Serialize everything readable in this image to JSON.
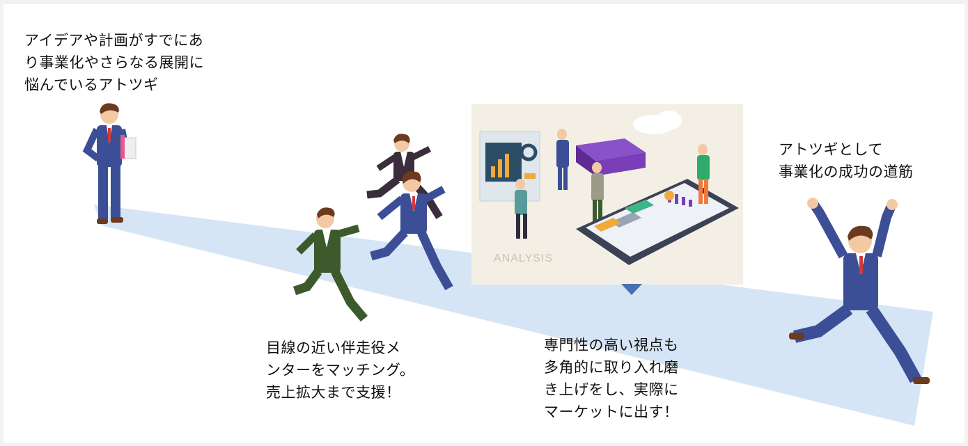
{
  "captions": {
    "start": "アイデアや計画がすでにあ\nり事業化やさらなる展開に\n悩んでいるアトツギ",
    "mentor": "目線の近い伴走役メ\nンターをマッチング。\n売上拡大まで支援！",
    "analysis": "専門性の高い視点も\n多角的に取り入れ磨\nき上げをし、実際に\nマーケットに出す！",
    "goal": "アトツギとして\n事業化の成功の道筋"
  },
  "analysis_card": {
    "label": "ANALYSIS"
  },
  "colors": {
    "path": "#d6e5f5",
    "suit_blue": "#3c4f96",
    "suit_green": "#3d5a2c",
    "suit_dark": "#3a2e3c",
    "hair": "#6b3a1f",
    "skin": "#f3c9a3",
    "tie": "#d23a3a",
    "pointer": "#4a6fb3",
    "card_bg": "#f4efe4",
    "tablet": "#3b4256",
    "book": "#7a3fb8"
  },
  "icons": [
    "person-standing-clipboard-icon",
    "person-running-icon",
    "person-cheering-icon",
    "analysis-illustration-icon",
    "triangle-pointer-icon"
  ]
}
